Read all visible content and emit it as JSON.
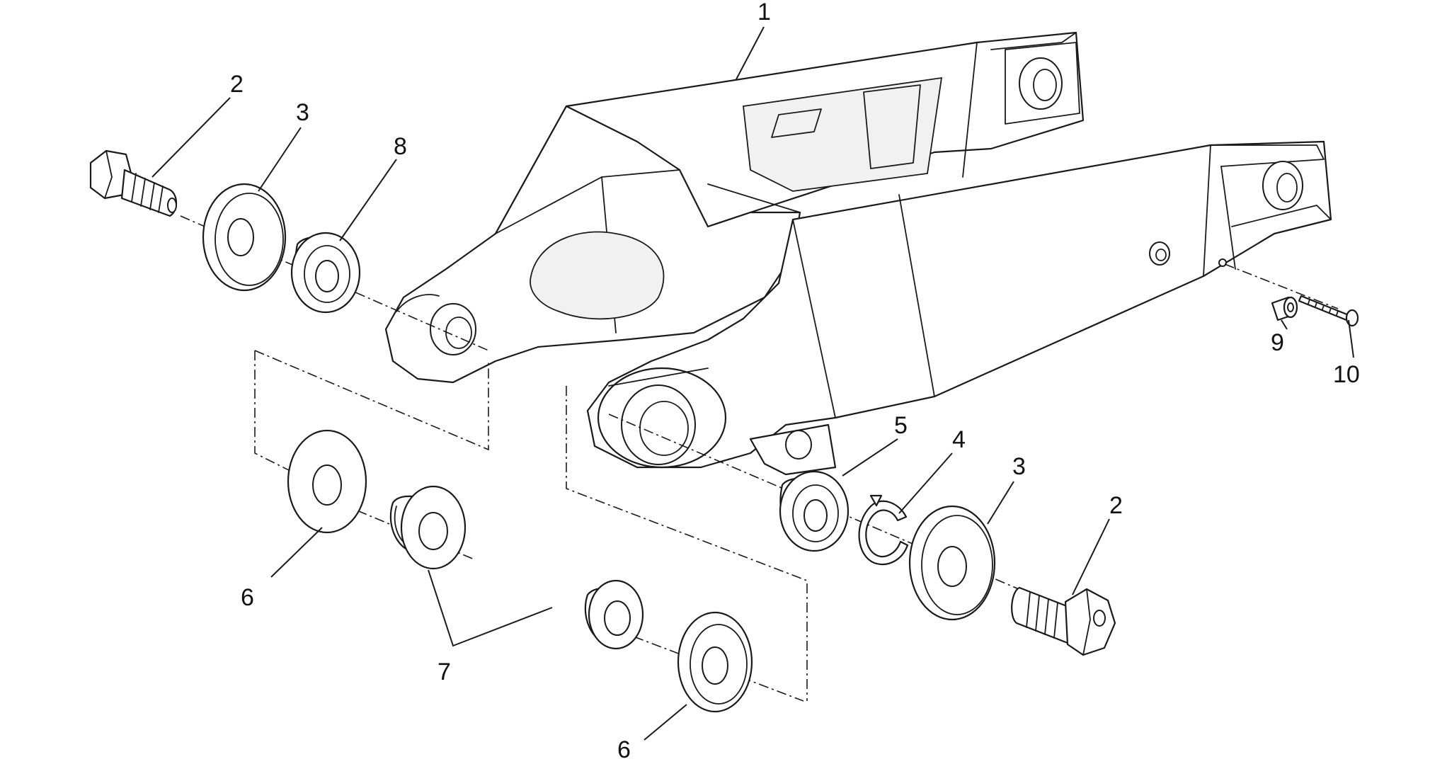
{
  "callouts": [
    {
      "id": "c1",
      "label": "1"
    },
    {
      "id": "c2a",
      "label": "2"
    },
    {
      "id": "c3a",
      "label": "3"
    },
    {
      "id": "c8",
      "label": "8"
    },
    {
      "id": "c6a",
      "label": "6"
    },
    {
      "id": "c7",
      "label": "7"
    },
    {
      "id": "c6b",
      "label": "6"
    },
    {
      "id": "c5",
      "label": "5"
    },
    {
      "id": "c4",
      "label": "4"
    },
    {
      "id": "c3b",
      "label": "3"
    },
    {
      "id": "c2b",
      "label": "2"
    },
    {
      "id": "c9",
      "label": "9"
    },
    {
      "id": "c10",
      "label": "10"
    }
  ]
}
